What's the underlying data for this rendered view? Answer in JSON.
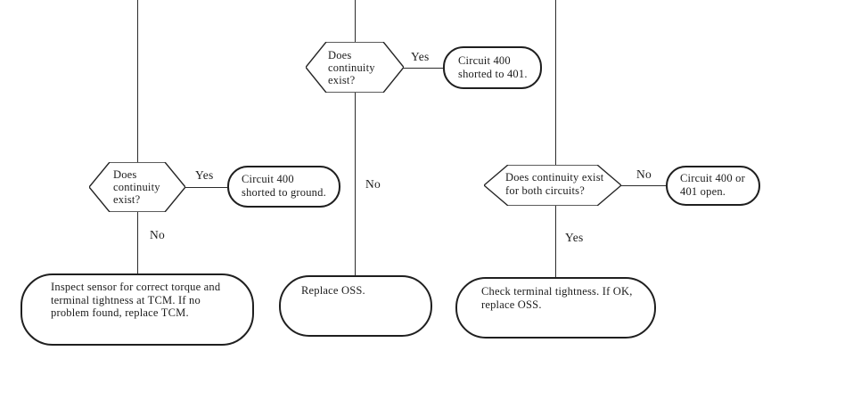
{
  "diagram": {
    "type": "flowchart",
    "colors": {
      "ink": "#1c1c1c",
      "background": "#ffffff"
    },
    "nodes": {
      "decision_top": {
        "lines": [
          "Does",
          "continuity",
          "exist?"
        ]
      },
      "terminal_top": {
        "lines": [
          "Circuit 400",
          "shorted to 401."
        ]
      },
      "decision_left": {
        "lines": [
          "Does",
          "continuity",
          "exist?"
        ]
      },
      "terminal_left": {
        "lines": [
          "Circuit 400",
          "shorted to ground."
        ]
      },
      "decision_right": {
        "lines": [
          "Does continuity exist",
          "for both circuits?"
        ]
      },
      "terminal_right": {
        "lines": [
          "Circuit 400 or",
          "401 open."
        ]
      },
      "action_left": {
        "lines": [
          "Inspect sensor for correct torque and",
          "terminal tightness at TCM. If no",
          "problem found, replace TCM."
        ]
      },
      "action_middle": {
        "lines": [
          "Replace OSS."
        ]
      },
      "action_right": {
        "lines": [
          "Check terminal tightness. If OK,",
          "replace OSS."
        ]
      }
    },
    "edge_labels": {
      "top_yes": "Yes",
      "middle_no": "No",
      "left_yes": "Yes",
      "left_no": "No",
      "right_no": "No",
      "right_yes": "Yes"
    }
  }
}
